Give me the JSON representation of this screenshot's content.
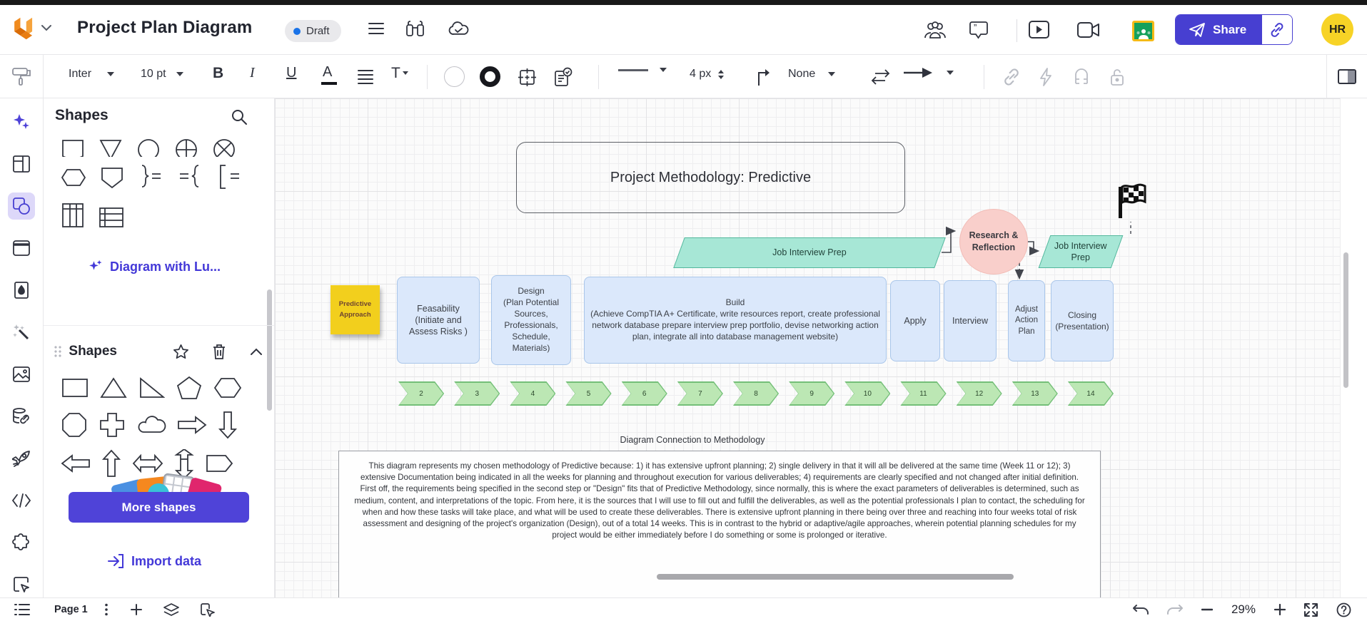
{
  "header": {
    "title": "Project Plan Diagram",
    "status_badge": "Draft",
    "share_label": "Share",
    "avatar_initials": "HR"
  },
  "toolbar": {
    "font_family": "Inter",
    "font_size": "10 pt",
    "bold_label": "B",
    "italic_label": "I",
    "underline_label": "U",
    "text_color_label": "A",
    "text_tool_label": "T",
    "line_width": "4 px",
    "line_end_style": "None"
  },
  "sidebar": {
    "panel_title": "Shapes",
    "ai_link_label": "Diagram with Lu...",
    "section_title": "Shapes",
    "more_shapes_label": "More shapes",
    "import_data_label": "Import data"
  },
  "diagram": {
    "title": "Project Methodology: Predictive",
    "prep_left": "Job Interview Prep",
    "research_circle": "Research &\nReflection",
    "prep_right": "Job Interview\nPrep",
    "sticky": "Predictive\nApproach",
    "boxes": [
      "Feasability\n(Initiate and\nAssess Risks )",
      "Design\n(Plan Potential Sources, Professionals, Schedule, Materials)",
      "Build\n(Achieve CompTIA A+ Certificate, write resources report, create professional network database prepare interview prep portfolio, devise networking action plan, integrate all into database management website)",
      "Apply",
      "Interview",
      "Adjust Action Plan",
      "Closing (Presentation)"
    ],
    "weeks": [
      "2",
      "3",
      "4",
      "5",
      "6",
      "7",
      "8",
      "9",
      "10",
      "11",
      "12",
      "13",
      "14"
    ],
    "note_title": "Diagram Connection to Methodology",
    "note_body": "This diagram represents my chosen methodology of Predictive because: 1)  it has extensive upfront planning; 2) single delivery in that it will all be delivered at the same time (Week 11 or 12); 3) extensive Documentation being indicated in all the weeks for planning and throughout execution for various deliverables; 4) requirements are clearly specified and not changed after initial definition. First off, the requirements being specified in the second step or \"Design\" fits that of Predictive Methodology, since normally, this is where the exact parameters of deliverables is determined, such as medium, content, and interpretations of the topic. From here, it is the sources that I will use to fill out and fulfill the deliverables, as well as the potential professionals I plan to contact, the scheduling for when and how these tasks will take place, and what will be used to create these deliverables. There is extensive upfront planning in there being over three and reaching into four weeks total of risk assessment and designing of the project's organization (Design), out of a total 14 weeks. This is in contrast to the hybrid or adaptive/agile approaches, wherein potential planning schedules for my project would be either immediately before I do something or some is prolonged or iterative."
  },
  "footer": {
    "page_label": "Page 1",
    "zoom_level": "29%"
  },
  "colors": {
    "accent": "#473fd1",
    "draft_dot": "#1a73e8",
    "sticky_yellow": "#f2cf1d",
    "box_blue_fill": "#dbe8fb",
    "box_blue_border": "#a9c6ea",
    "teal_fill": "#a7e7d6",
    "teal_border": "#53b79c",
    "pink_circle": "#f9cfcb",
    "week_green_fill": "#bce7b4",
    "week_green_border": "#74bf78",
    "avatar_yellow": "#f7d326"
  }
}
